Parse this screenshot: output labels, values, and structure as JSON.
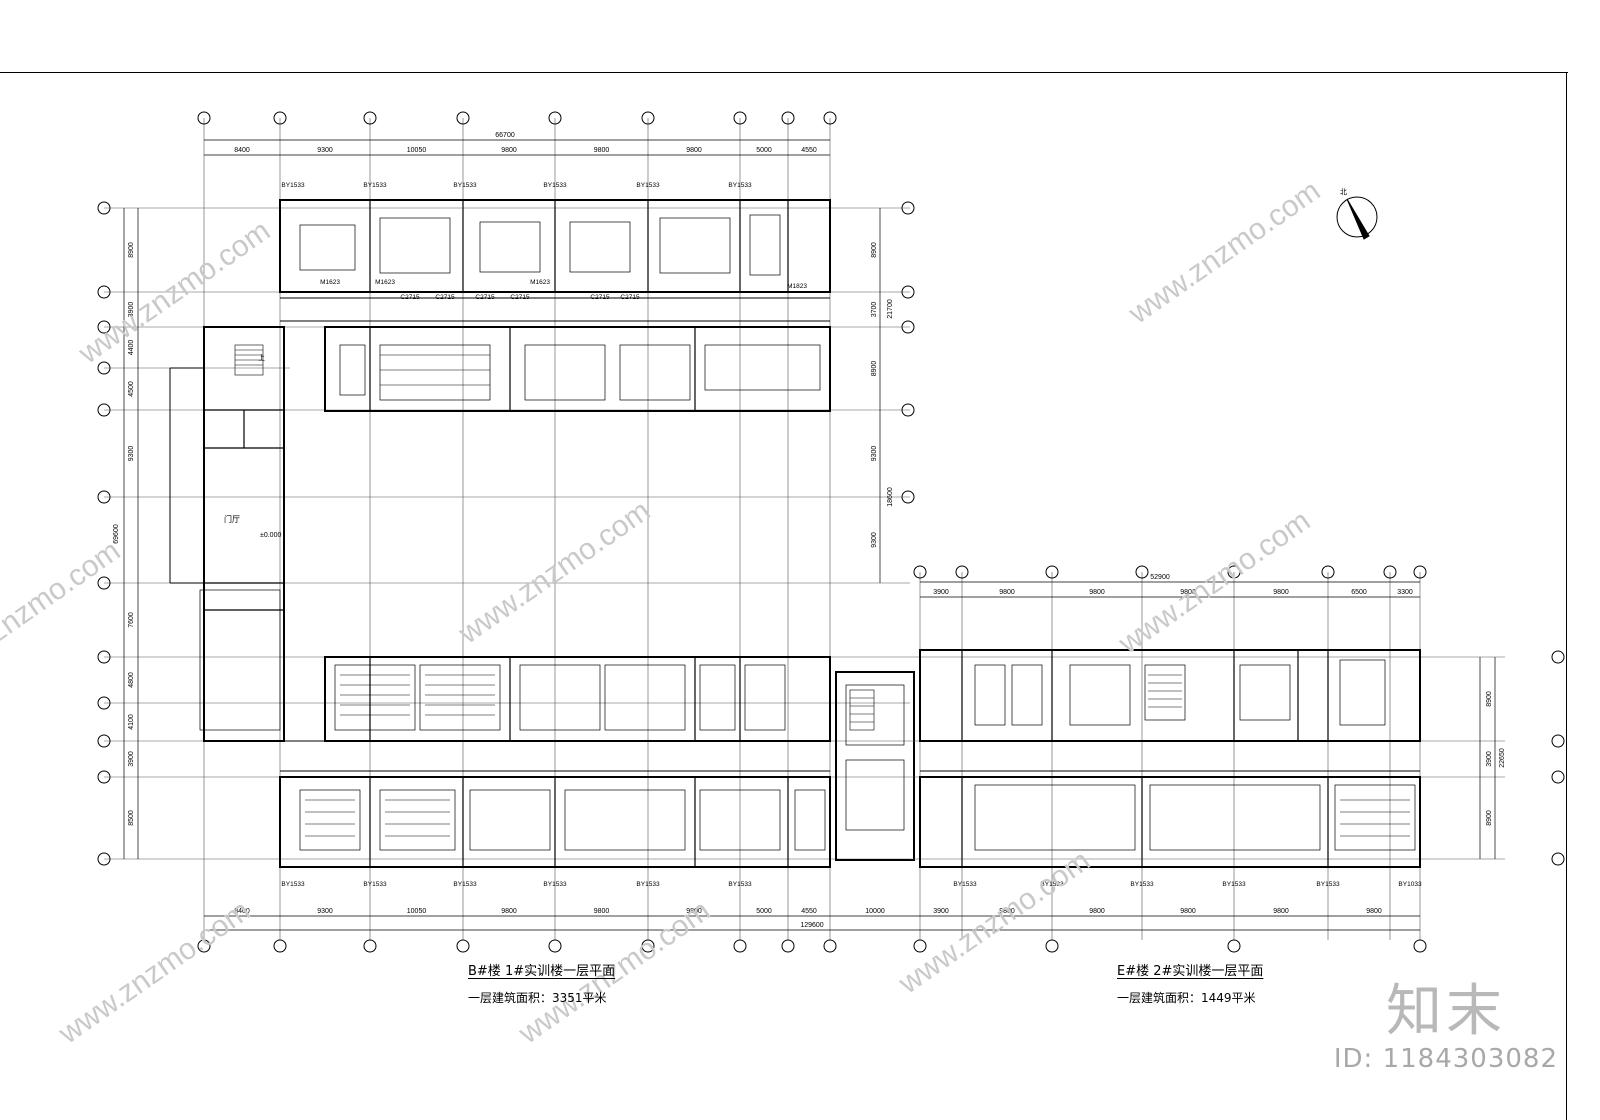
{
  "building_b": {
    "title": "B#楼  1#实训楼一层平面",
    "area": "一层建筑面积：3351平米",
    "top_total": "66700",
    "top_dims": [
      "8400",
      "9300",
      "10050",
      "9800",
      "9800",
      "9800",
      "5000",
      "4550"
    ],
    "bottom_dims": [
      "8400",
      "9300",
      "10050",
      "9800",
      "9800",
      "9800",
      "5000",
      "4550"
    ],
    "left_total": "69600",
    "left_dims": [
      "8900",
      "3900",
      "4400",
      "4500",
      "9300",
      "7600",
      "4800",
      "4100",
      "3900",
      "8500"
    ],
    "right_total_upper": "21700",
    "right_dims_upper": [
      "8900",
      "3700",
      "8900"
    ],
    "right_total_mid": "18600",
    "right_dims_mid": [
      "9300",
      "9300"
    ],
    "lobby_label": "门厅",
    "level_label": "±0.000"
  },
  "building_e": {
    "title": "E#楼  2#实训楼一层平面",
    "area": "一层建筑面积：1449平米",
    "top_total": "52900",
    "top_dims": [
      "3900",
      "9800",
      "9800",
      "9800",
      "9800",
      "6500",
      "3300"
    ],
    "right_total": "22650",
    "right_dims": [
      "8900",
      "3900",
      "8900"
    ]
  },
  "overall_bottom_total": "129600",
  "overall_bottom_extra": [
    "10000",
    "3900",
    "9800",
    "9800",
    "9800",
    "9800",
    "9800"
  ],
  "window_tags_top": [
    "BY1533",
    "BY1533",
    "BY1533",
    "BY1533",
    "BY1533",
    "BY1533"
  ],
  "window_tags_bottom": [
    "BY1533",
    "BY1533",
    "BY1533",
    "BY1533",
    "BY1533",
    "BY1533",
    "BY1533",
    "BY1533",
    "BY1533",
    "BY1533",
    "BY1533",
    "BY1033"
  ],
  "corridor_tags": [
    "C2715",
    "C2715",
    "C2715",
    "C2715",
    "C2715",
    "C2715"
  ],
  "door_tags": [
    "M1623",
    "M1623",
    "M1623",
    "M1823"
  ],
  "stair_up": "上",
  "north_label": "北",
  "watermark": {
    "logo": "知末",
    "id_text": "ID: 1184303082",
    "site": "www.znzmo.com"
  },
  "colors": {
    "line": "#000000",
    "watermark": "#b0b0b0"
  }
}
